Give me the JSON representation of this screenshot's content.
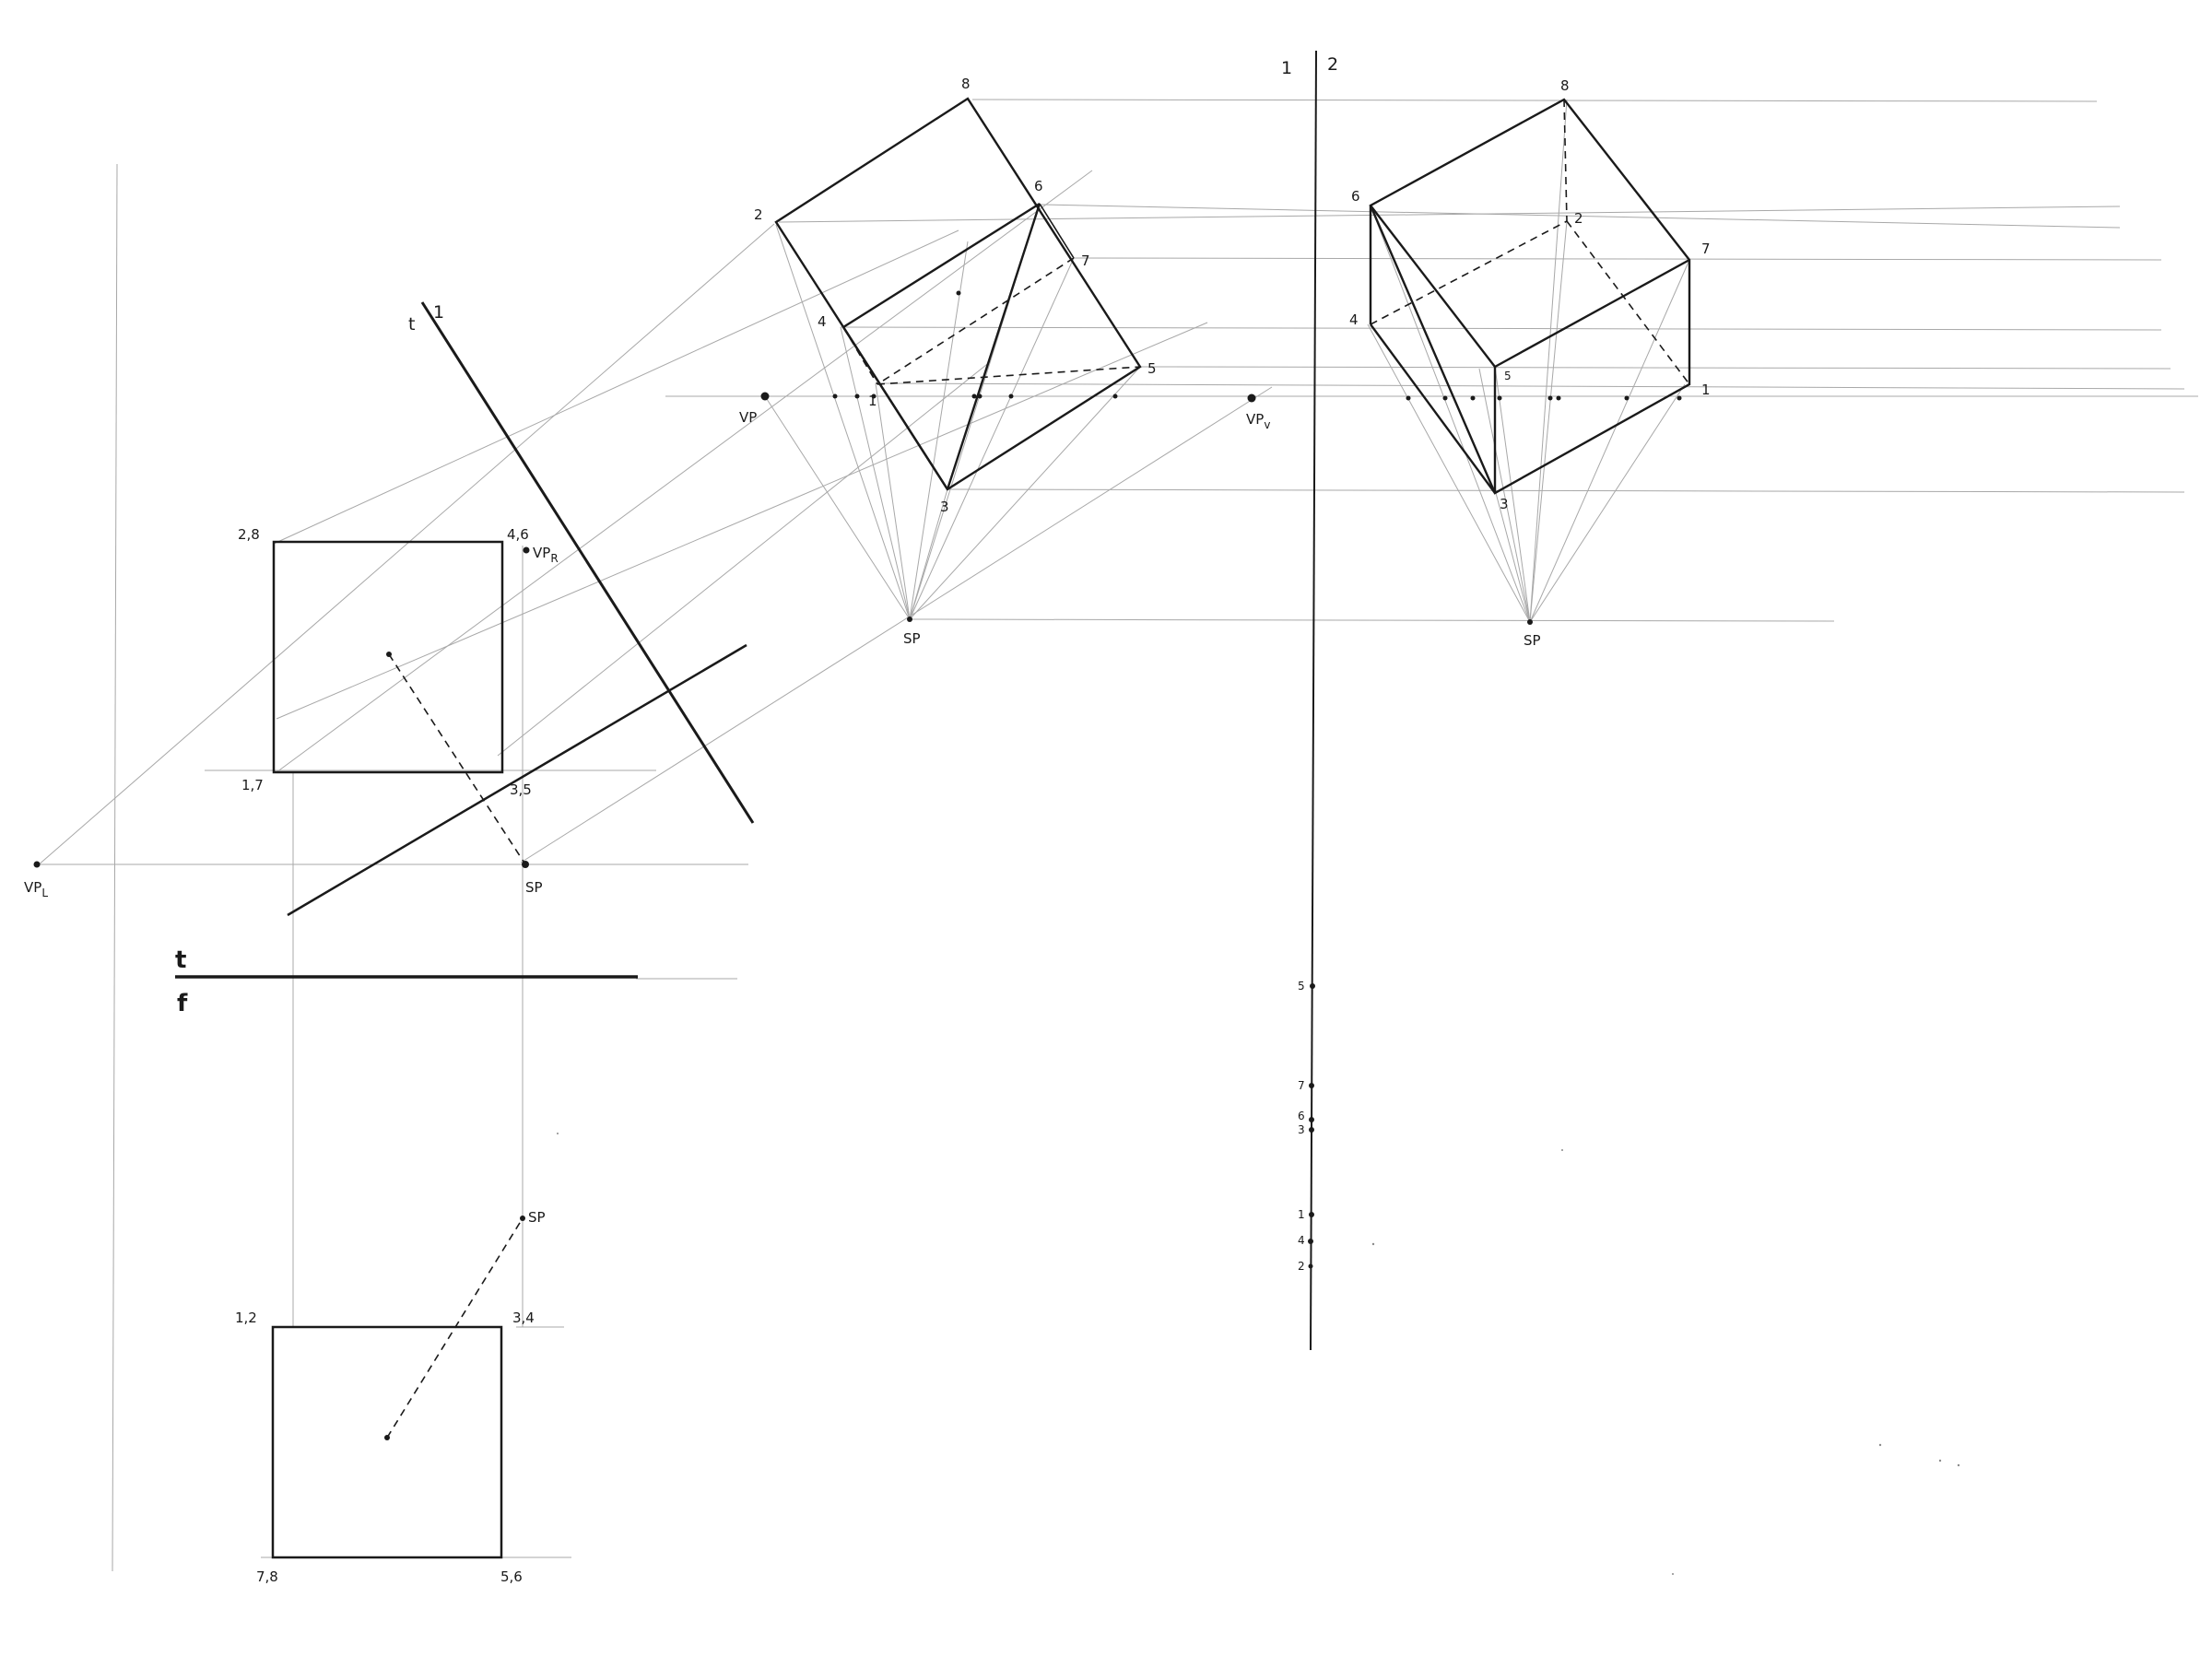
{
  "colors": {
    "ink": "#1a1a1a",
    "thin": "#9a9a9a",
    "faint": "#c8c8c8",
    "paper": "#ffffff"
  },
  "top_view": {
    "corner_tl": "2,8",
    "corner_tr": "4,6",
    "corner_bl": "1,7",
    "corner_br": "3,5",
    "vp_right": "VP",
    "vp_right_sub": "R",
    "vp_left": "VP",
    "vp_left_sub": "L",
    "station_point": "SP"
  },
  "picture_plane": {
    "t": "t",
    "one": "1"
  },
  "fold_line": {
    "top": "t",
    "bottom": "f"
  },
  "front_view": {
    "corner_tl": "1,2",
    "corner_tr": "3,4",
    "corner_bl": "7,8",
    "corner_br": "5,6",
    "station_point": "SP"
  },
  "perspective_1": {
    "v1": "1",
    "v2": "2",
    "v3": "3",
    "v4": "4",
    "v5": "5",
    "v6": "6",
    "v7": "7",
    "v8": "8",
    "vp_left": "VP",
    "vp_right": "VP",
    "vp_right_sub": "v",
    "station_point": "SP"
  },
  "divider": {
    "left": "1",
    "right": "2"
  },
  "height_scale": {
    "t5": "5",
    "t7": "7",
    "t6": "6",
    "t3": "3",
    "t1": "1",
    "t4": "4",
    "t2": "2"
  },
  "perspective_2": {
    "v1": "1",
    "v2": "2",
    "v3": "3",
    "v4": "4",
    "v5": "5",
    "v6": "6",
    "v7": "7",
    "v8": "8",
    "station_point": "SP"
  }
}
